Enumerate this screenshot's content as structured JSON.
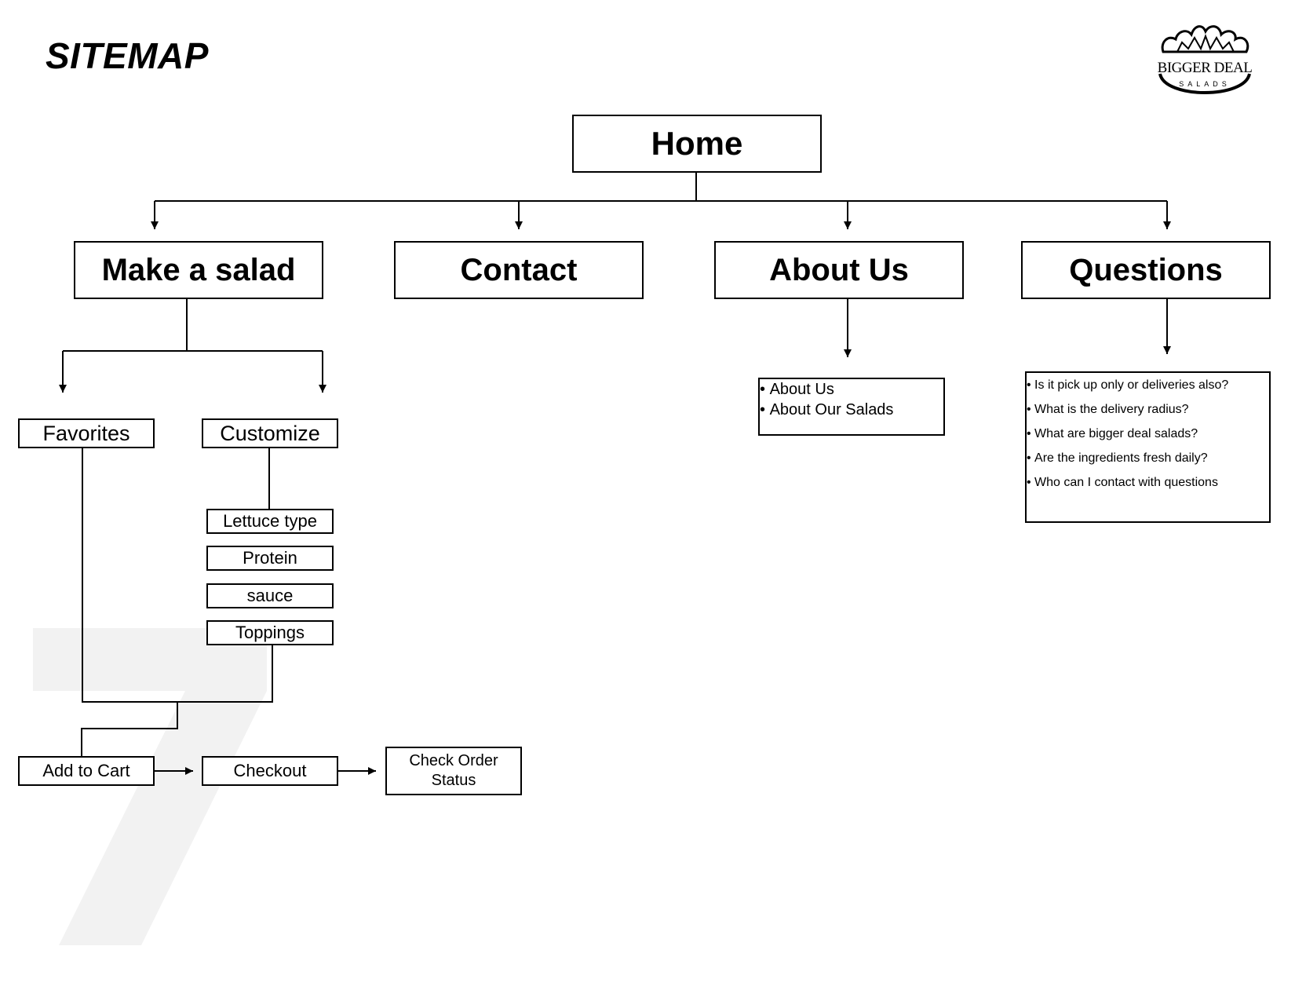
{
  "page": {
    "title": "SITEMAP"
  },
  "logo": {
    "brand": "BIGGER DEAL",
    "tagline": "SALADS"
  },
  "nodes": {
    "home": "Home",
    "make_a_salad": "Make a salad",
    "contact": "Contact",
    "about_us": "About Us",
    "questions": "Questions",
    "favorites": "Favorites",
    "customize": "Customize",
    "lettuce_type": "Lettuce type",
    "protein": "Protein",
    "sauce": "sauce",
    "toppings": "Toppings",
    "add_to_cart": "Add to Cart",
    "checkout": "Checkout",
    "check_order_status_line1": "Check Order",
    "check_order_status_line2": "Status"
  },
  "about_us_list": [
    "About Us",
    "About Our Salads"
  ],
  "questions_list": [
    "Is it pick up only or deliveries also?",
    "What is the delivery radius?",
    "What are bigger deal salads?",
    "Are the ingredients fresh daily?",
    "Who can I contact with questions"
  ],
  "watermark": {
    "text": "7",
    "color": "#f2f2f2"
  }
}
